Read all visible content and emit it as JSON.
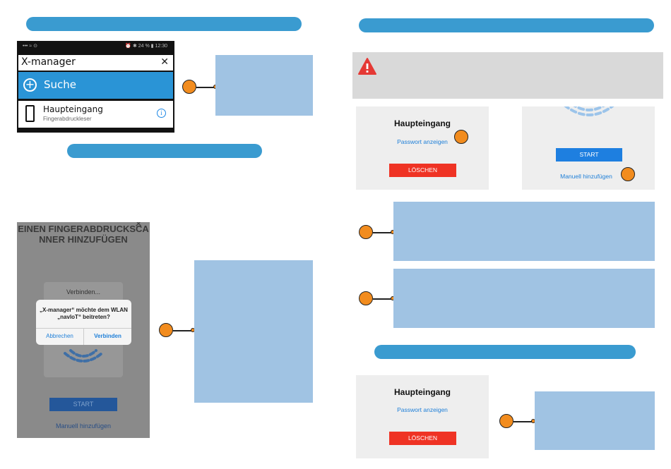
{
  "colors": {
    "pill": "#3a9bd0",
    "note": "#a0c3e3",
    "callout_dot": "#f28c1e",
    "delete_red": "#ef3324",
    "start_blue": "#1e7fe0",
    "alert_red": "#e53935"
  },
  "phone1": {
    "status_left": "••• ≈ ⊙",
    "status_right": "⏰ ✱ 24 % ▮ 12:30",
    "search_value": "X-manager",
    "search_action": "Suche",
    "device": {
      "name": "Haupteingang",
      "subtitle": "Fingerabdruckleser"
    }
  },
  "phone2": {
    "title": "EINEN FINGERABDRUCKSCA NNER HINZUFÜGEN",
    "connecting": "Verbinden...",
    "dialog_message": "„X-manager“ möchte dem WLAN „navloT“ beitreten?",
    "dialog_cancel": "Abbrechen",
    "dialog_confirm": "Verbinden",
    "start": "START",
    "manual_add": "Manuell hinzufügen"
  },
  "card_a": {
    "title": "Haupteingang",
    "show_password": "Passwort anzeigen",
    "delete": "LÖSCHEN"
  },
  "card_b": {
    "start": "START",
    "manual_add": "Manuell hinzufügen"
  },
  "card_c": {
    "title": "Haupteingang",
    "show_password": "Passwort anzeigen",
    "delete": "LÖSCHEN"
  }
}
